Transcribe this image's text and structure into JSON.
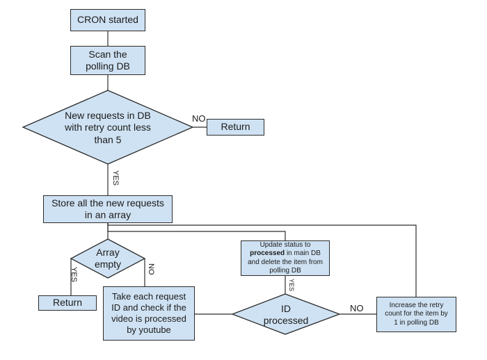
{
  "nodes": {
    "cron_started": "CRON started",
    "scan_polling_db": "Scan the polling DB",
    "new_requests_decision": "New requests in DB with retry count less than 5",
    "return_top": "Return",
    "store_requests": "Store all the new requests in an array",
    "array_empty_decision": "Array empty",
    "return_bottom": "Return",
    "take_each_request": "Take each request ID and check if the video is processed by youtube",
    "id_processed_decision": "ID processed",
    "update_status": {
      "prefix": "Update status to",
      "bold": "processed",
      "suffix": "in main DB and delete the item from polling DB"
    },
    "increase_retry": "Increase the retry count for the item by 1 in polling DB"
  },
  "edge_labels": {
    "no_new_requests": "NO",
    "yes_new_requests": "YES",
    "yes_array_empty": "YES",
    "no_array_empty": "NO",
    "yes_id_processed": "YES",
    "no_id_processed": "NO"
  },
  "colors": {
    "node_fill": "#cfe2f3",
    "stroke": "#2b2b2b"
  }
}
